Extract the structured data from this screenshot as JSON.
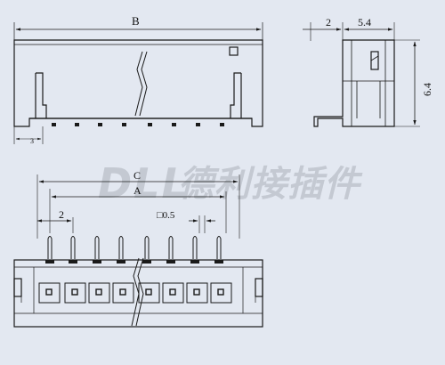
{
  "watermark": {
    "brand": "DLL",
    "cn": "德利接插件",
    "color": "#c4c9d2"
  },
  "colors": {
    "background": "#e3e8f1",
    "line": "#1a1a1a"
  },
  "dimensions": {
    "B": "B",
    "side_offset": "2",
    "side_depth": "5.4",
    "side_height": "6.4",
    "edge_offset": "3",
    "C": "C",
    "A": "A",
    "pitch": "2",
    "pin_size": "□0.5"
  },
  "connector": {
    "top_view_pin_count": 8,
    "bottom_view_pin_count": 8
  }
}
